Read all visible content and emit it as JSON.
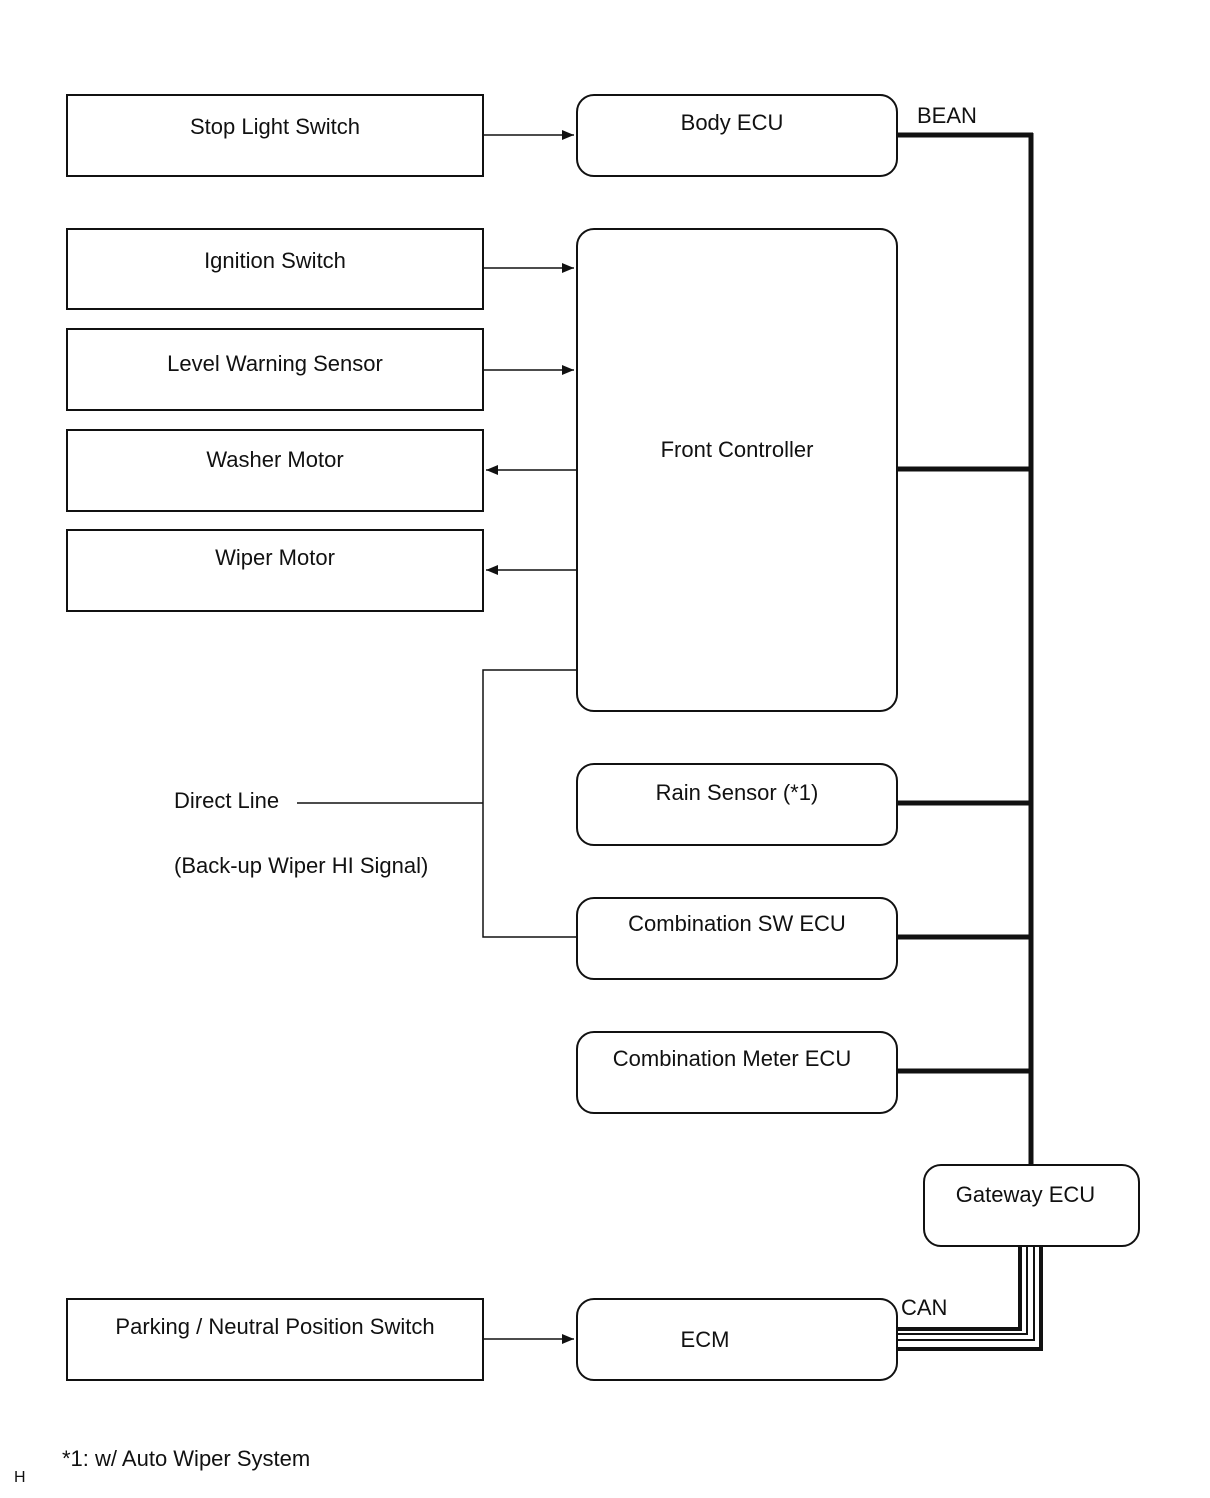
{
  "inputs": {
    "stop_light_switch": "Stop Light Switch",
    "ignition_switch": "Ignition Switch",
    "level_warning_sensor": "Level Warning Sensor",
    "washer_motor": "Washer Motor",
    "wiper_motor": "Wiper Motor",
    "park_neutral_switch": "Parking / Neutral Position Switch"
  },
  "ecus": {
    "body_ecu": "Body ECU",
    "front_controller": "Front Controller",
    "rain_sensor": "Rain Sensor (*1)",
    "combination_sw_ecu": "Combination SW ECU",
    "combination_meter_ecu": "Combination Meter ECU",
    "gateway_ecu": "Gateway ECU",
    "ecm": "ECM"
  },
  "labels": {
    "bean": "BEAN",
    "can": "CAN",
    "direct_line": "Direct Line",
    "backup_signal": "(Back-up Wiper HI Signal)"
  },
  "footnote": "*1: w/ Auto Wiper System",
  "corner_mark": "H"
}
